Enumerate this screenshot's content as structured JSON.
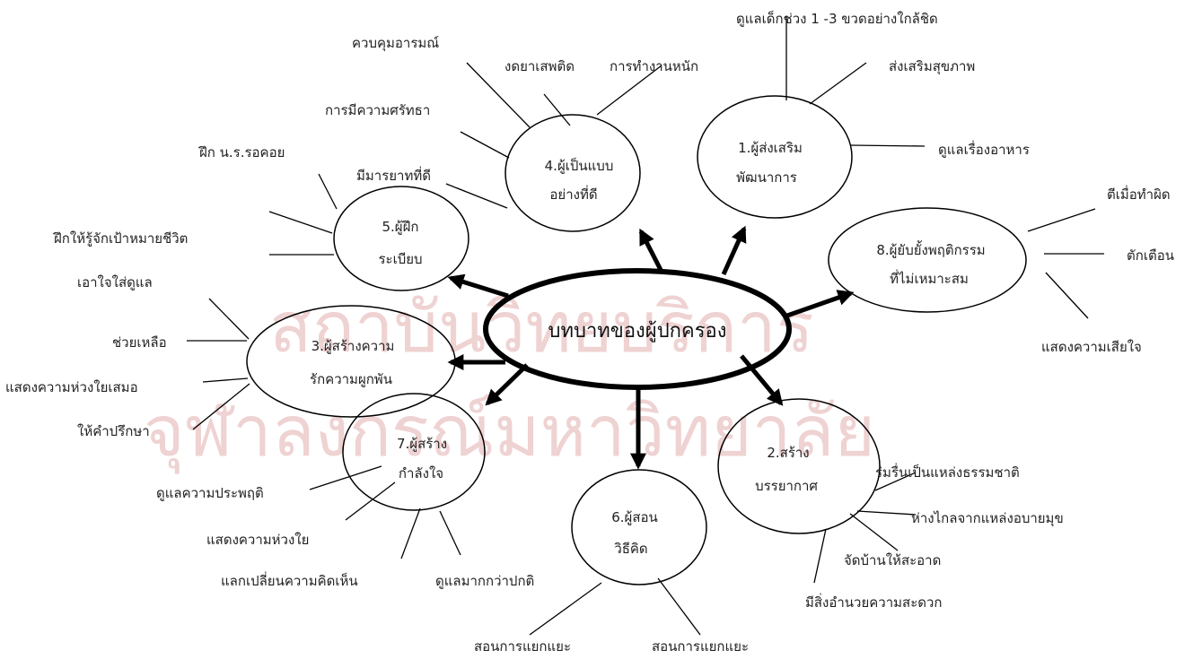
{
  "center": "บทบาทของผู้ปกครอง",
  "watermark": [
    "สถาบันวิทยบริการ",
    "จุฬาลงกรณ์มหาวิทยาลัย"
  ],
  "nodes": {
    "n1": [
      "1.ผู้ส่งเสริม",
      "พัฒนาการ"
    ],
    "n2": [
      "2.สร้าง",
      "บรรยากาศ"
    ],
    "n3": [
      "3.ผู้สร้างความ",
      "รักความผูกพัน"
    ],
    "n4": [
      "4.ผู้เป็นแบบ",
      "อย่างที่ดี"
    ],
    "n5": [
      "5.ผู้ฝึก",
      "ระเบียบ"
    ],
    "n6": [
      "6.ผู้สอน",
      "วิธีคิด"
    ],
    "n7": [
      "7.ผู้สร้าง",
      "กำลังใจ"
    ],
    "n8": [
      "8.ผู้ยับยั้งพฤติกรรม",
      "ที่ไม่เหมาะสม"
    ]
  },
  "labels": {
    "l1a": "ดูแลเด็กช่วง 1 -3 ขวดอย่างใกล้ชิด",
    "l1b": "ส่งเสริมสุขภาพ",
    "l1c": "ดูแลเรื่องอาหาร",
    "l4a": "ควบคุมอารมณ์",
    "l4b": "งดยาเสพติด",
    "l4c": "การทำงานหนัก",
    "l4d": "การมีความศรัทธา",
    "l4e": "มีมารยาทที่ดี",
    "l5a": "ฝึก น.ร.รอคอย",
    "l5b": "ฝึกให้รู้จักเป้าหมายชีวิต",
    "l3a": "เอาใจใส่ดูแล",
    "l3b": "ช่วยเหลือ",
    "l3c": "แสดงความห่วงใยเสมอ",
    "l3d": "ให้คำปรึกษา",
    "l8a": "ตีเมื่อทำผิด",
    "l8b": "ตักเตือน",
    "l8c": "แสดงความเสียใจ",
    "l7a": "ดูแลความประพฤติ",
    "l7b": "แสดงความห่วงใย",
    "l7c": "แลกเปลี่ยนความคิดเห็น",
    "l7d": "ดูแลมากกว่าปกติ",
    "l6a": "สอนการแยกแยะ",
    "l6b": "สอนการแยกแยะ",
    "l2a": "ร่มรื่นเป็นแหล่งธรรมชาติ",
    "l2b": "ห่างไกลจากแหล่งอบายมุข",
    "l2c": "จัดบ้านให้สะอาด",
    "l2d": "มีสิ่งอำนวยความสะดวก"
  }
}
